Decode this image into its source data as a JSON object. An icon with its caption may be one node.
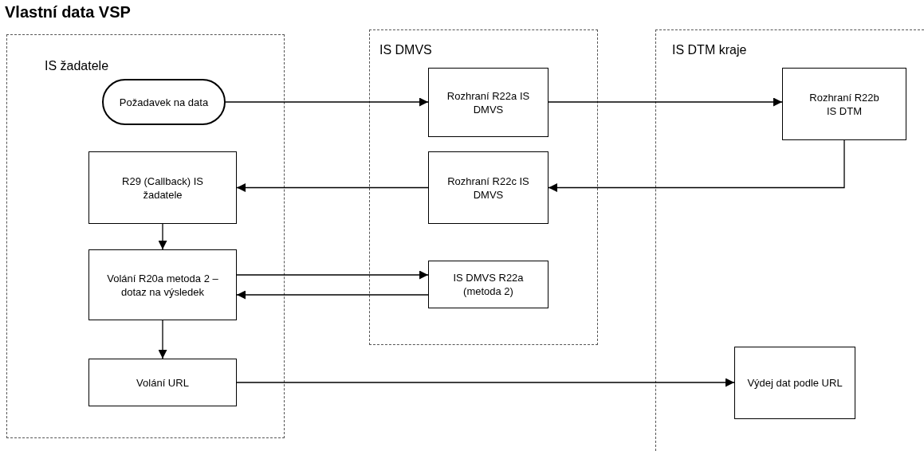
{
  "diagram": {
    "title": "Vlastní data VSP",
    "nodes": [
      {
        "text": [
          "IS žadatele"
        ]
      },
      {
        "text": [
          "IS DMVS"
        ]
      },
      {
        "text": [
          "IS DTM kraje"
        ]
      },
      {
        "text": [
          "Požadavek na data"
        ],
        "in": 0
      },
      {
        "text": [
          "R29 (Callback) IS žadatele"
        ],
        "in": 0
      },
      {
        "text": [
          "Volání R20a metoda 2 – dotaz na výsledek"
        ],
        "in": 0
      },
      {
        "text": [
          "Volání URL"
        ],
        "in": 0
      },
      {
        "text": [
          "Rozhraní R22a IS DMVS"
        ],
        "in": 1
      },
      {
        "text": [
          "Rozhraní R22c IS DMVS"
        ],
        "in": 1
      },
      {
        "text": [
          "IS DMVS R22a (metoda 2)"
        ],
        "in": 1
      },
      {
        "text": [
          "Rozhraní R22b IS DTM"
        ],
        "in": 2
      },
      {
        "text": [
          "Výdej dat podle URL"
        ],
        "in": 2
      }
    ],
    "edges": [
      {
        "from": 3,
        "to": 7,
        "arrow": "to"
      },
      {
        "from": 7,
        "to": 10,
        "arrow": "to"
      },
      {
        "from": 10,
        "to": 8,
        "arrow": "to"
      },
      {
        "from": 8,
        "to": 4,
        "arrow": "to"
      },
      {
        "from": 4,
        "to": 5,
        "arrow": "to"
      },
      {
        "from": 5,
        "to": 9,
        "arrow": "to"
      },
      {
        "from": 9,
        "to": 5,
        "arrow": "to"
      },
      {
        "from": 5,
        "to": 6,
        "arrow": "to"
      },
      {
        "from": 6,
        "to": 11,
        "arrow": "to"
      }
    ]
  }
}
